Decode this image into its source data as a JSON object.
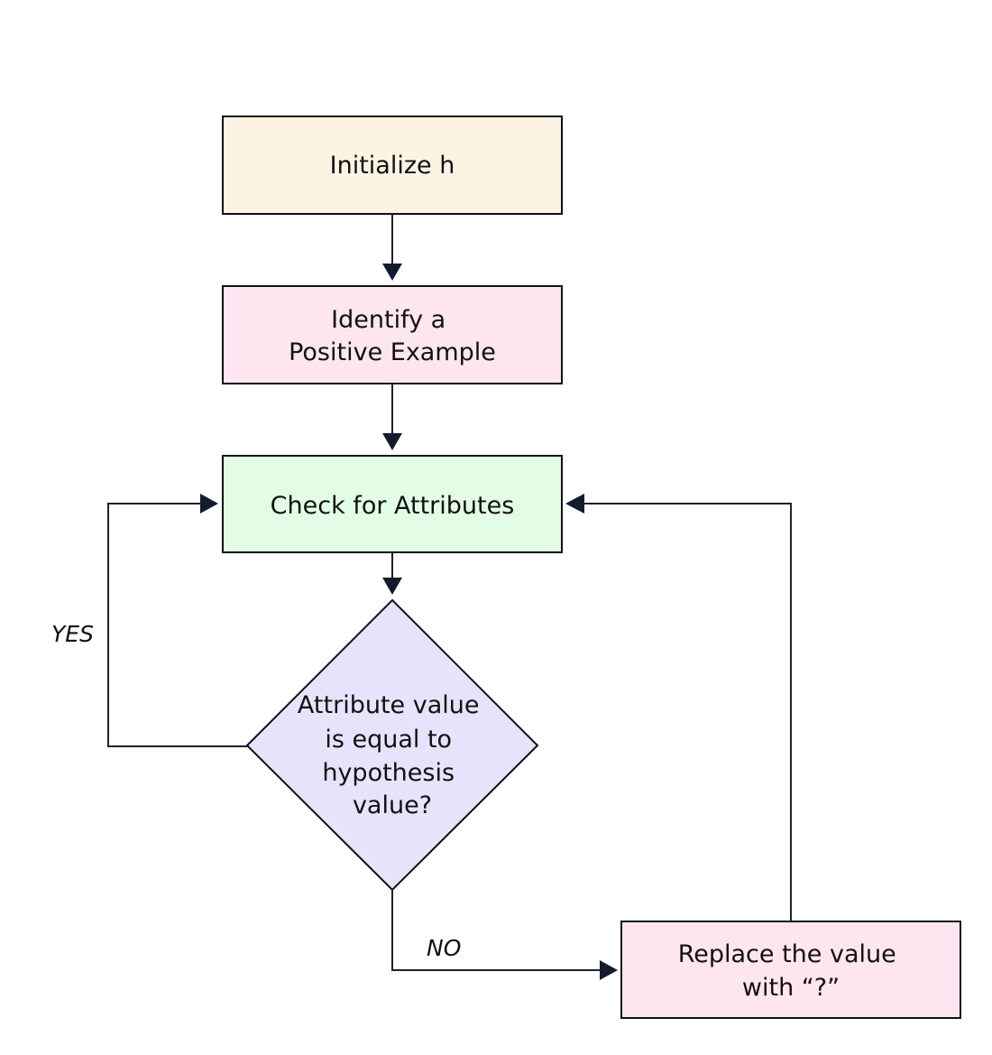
{
  "nodes": {
    "initialize": {
      "lines": [
        "Initialize h"
      ],
      "fill": "#fdf3e3"
    },
    "identify": {
      "lines": [
        "Identify a",
        "Positive Example"
      ],
      "fill": "#fde6f0"
    },
    "check": {
      "lines": [
        "Check for Attributes"
      ],
      "fill": "#e3fce6"
    },
    "decision": {
      "lines": [
        "Attribute value",
        "is equal to",
        "hypothesis",
        "value?"
      ],
      "fill": "#e5e4fa"
    },
    "replace": {
      "lines": [
        "Replace the value",
        "with “?”"
      ],
      "fill": "#fde6f0"
    }
  },
  "edge_labels": {
    "yes": "YES",
    "no": "NO"
  },
  "colors": {
    "stroke": "#111111",
    "arrow": "#131c2e"
  }
}
